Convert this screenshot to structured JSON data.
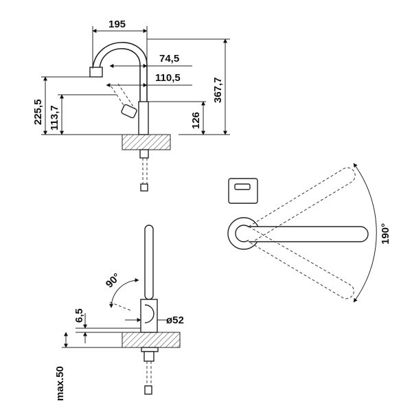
{
  "dimensions": {
    "width_195": "195",
    "reach_74_5": "74,5",
    "reach_110_5": "110,5",
    "height_367_7": "367,7",
    "height_225_5": "225,5",
    "height_113_7": "113,7",
    "height_126": "126",
    "angle_90": "90°",
    "height_6_5": "6,5",
    "diameter_52": "ø52",
    "max_50": "max.50",
    "swivel_190": "190°"
  }
}
